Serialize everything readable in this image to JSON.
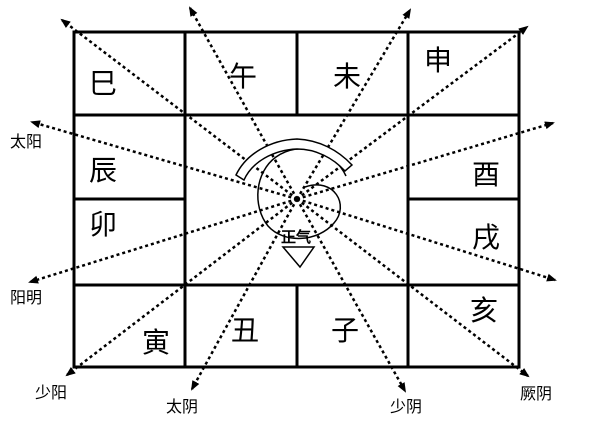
{
  "diagram": {
    "grid": {
      "branches": {
        "si": "巳",
        "wu": "午",
        "wei": "未",
        "shen": "申",
        "chen": "辰",
        "you": "酉",
        "mao": "卯",
        "xu": "戌",
        "yin": "寅",
        "chou": "丑",
        "zi": "子",
        "hai": "亥"
      }
    },
    "center": {
      "label": "正气"
    },
    "directions": {
      "taiyang_left": "太阳",
      "yangming_left": "阳明",
      "shaoyang_bottom_left": "少阳",
      "taiyin_bottom": "太阴",
      "shaoyin_bottom": "少阴",
      "jueyin_bottom_right": "厥阴"
    }
  }
}
